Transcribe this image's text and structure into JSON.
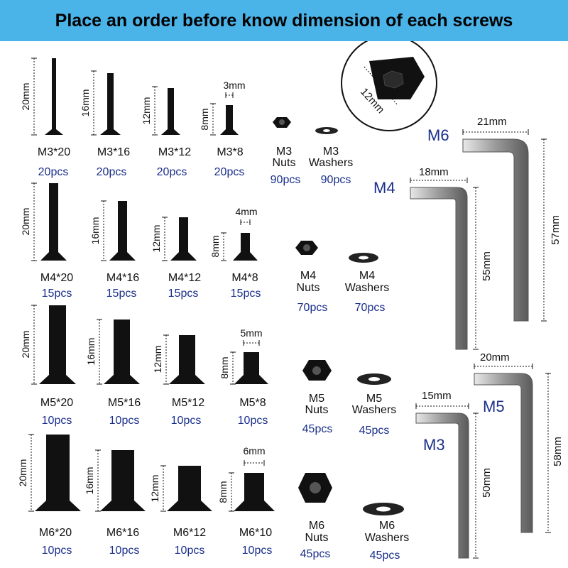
{
  "banner": {
    "text": "Place an order before know dimension of each screws"
  },
  "colors": {
    "banner": "#4ab3e8",
    "quantity_text": "#1a2f8a",
    "label_text": "#111111",
    "screw_black": "#111111",
    "allen_key_silver": "#b9b9b9"
  },
  "screw_rows": [
    {
      "head_width": "3mm",
      "sizes": [
        {
          "label": "M3*20",
          "length": "20mm",
          "qty": "20pcs"
        },
        {
          "label": "M3*16",
          "length": "16mm",
          "qty": "20pcs"
        },
        {
          "label": "M3*12",
          "length": "12mm",
          "qty": "20pcs"
        },
        {
          "label": "M3*8",
          "length": "8mm",
          "qty": "20pcs"
        }
      ],
      "nuts": {
        "line1": "M3",
        "line2": "Nuts",
        "qty": "90pcs"
      },
      "washers": {
        "line1": "M3",
        "line2": "Washers",
        "qty": "90pcs"
      }
    },
    {
      "head_width": "4mm",
      "sizes": [
        {
          "label": "M4*20",
          "length": "20mm",
          "qty": "15pcs"
        },
        {
          "label": "M4*16",
          "length": "16mm",
          "qty": "15pcs"
        },
        {
          "label": "M4*12",
          "length": "12mm",
          "qty": "15pcs"
        },
        {
          "label": "M4*8",
          "length": "8mm",
          "qty": "15pcs"
        }
      ],
      "nuts": {
        "line1": "M4",
        "line2": "Nuts",
        "qty": "70pcs"
      },
      "washers": {
        "line1": "M4",
        "line2": "Washers",
        "qty": "70pcs"
      }
    },
    {
      "head_width": "5mm",
      "sizes": [
        {
          "label": "M5*20",
          "length": "20mm",
          "qty": "10pcs"
        },
        {
          "label": "M5*16",
          "length": "16mm",
          "qty": "10pcs"
        },
        {
          "label": "M5*12",
          "length": "12mm",
          "qty": "10pcs"
        },
        {
          "label": "M5*8",
          "length": "8mm",
          "qty": "10pcs"
        }
      ],
      "nuts": {
        "line1": "M5",
        "line2": "Nuts",
        "qty": "45pcs"
      },
      "washers": {
        "line1": "M5",
        "line2": "Washers",
        "qty": "45pcs"
      }
    },
    {
      "head_width": "6mm",
      "sizes": [
        {
          "label": "M6*20",
          "length": "20mm",
          "qty": "10pcs"
        },
        {
          "label": "M6*16",
          "length": "16mm",
          "qty": "10pcs"
        },
        {
          "label": "M6*12",
          "length": "12mm",
          "qty": "10pcs"
        },
        {
          "label": "M6*10",
          "length": "8mm",
          "qty": "10pcs"
        }
      ],
      "nuts": {
        "line1": "M6",
        "line2": "Nuts",
        "qty": "45pcs"
      },
      "washers": {
        "line1": "M6",
        "line2": "Washers",
        "qty": "45pcs"
      }
    }
  ],
  "head_detail": {
    "diameter": "12mm"
  },
  "allen_keys": [
    {
      "name": "M6",
      "short_arm": "21mm",
      "long_arm": "57mm"
    },
    {
      "name": "M4",
      "short_arm": "18mm",
      "long_arm": "55mm"
    },
    {
      "name": "M5",
      "short_arm": "20mm",
      "long_arm": "58mm"
    },
    {
      "name": "M3",
      "short_arm": "15mm",
      "long_arm": "50mm"
    }
  ]
}
